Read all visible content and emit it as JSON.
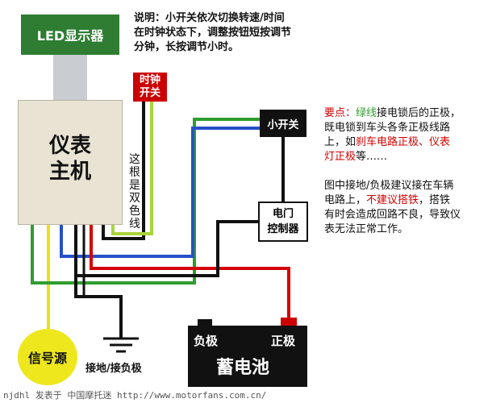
{
  "components": {
    "led_display": "LED显示器",
    "host_line1": "仪表",
    "host_line2": "主机",
    "clock_switch_line1": "时钟",
    "clock_switch_line2": "开关",
    "small_switch": "小开关",
    "relay_line1": "电门",
    "relay_line2": "控制器",
    "battery": "蓄电池",
    "battery_negative": "负极",
    "battery_positive": "正极",
    "signal_source": "信号源",
    "ground_label": "接地/接负极",
    "dual_wire_label": "这根是双色线"
  },
  "instructions": {
    "line1": "说明：小开关依次切换转速/时间",
    "line2": "在时钟状态下，调整按钮短按调节",
    "line3": "分钟，长按调节小时。"
  },
  "key_points": {
    "seg_label": "要点：",
    "seg_green": "绿线",
    "seg_a": "接电锁后的正极，",
    "line2": "既电锁到车头各条正极线路",
    "seg_b": "上，如",
    "seg_red1": "刹车电路正极、仪表",
    "seg_red2": "灯正极",
    "seg_c": "等……"
  },
  "ground_advice": {
    "line1": "图中接地/负极建议接在车辆",
    "seg_a": "电路上，",
    "seg_red": "不建议搭铁",
    "seg_b": "，搭铁",
    "line3": "有时会造成回路不良，导致仪",
    "line4": "表无法正常工作。"
  },
  "watermark": "njdhl 发表于 中国摩托迷 http://www.motorfans.com.cn/",
  "colors": {
    "green_wire": "#2e9d2e",
    "red_wire": "#d40000",
    "blue_wire": "#2451c9",
    "yellow_wire": "#e8e21a",
    "black_wire": "#111111"
  }
}
